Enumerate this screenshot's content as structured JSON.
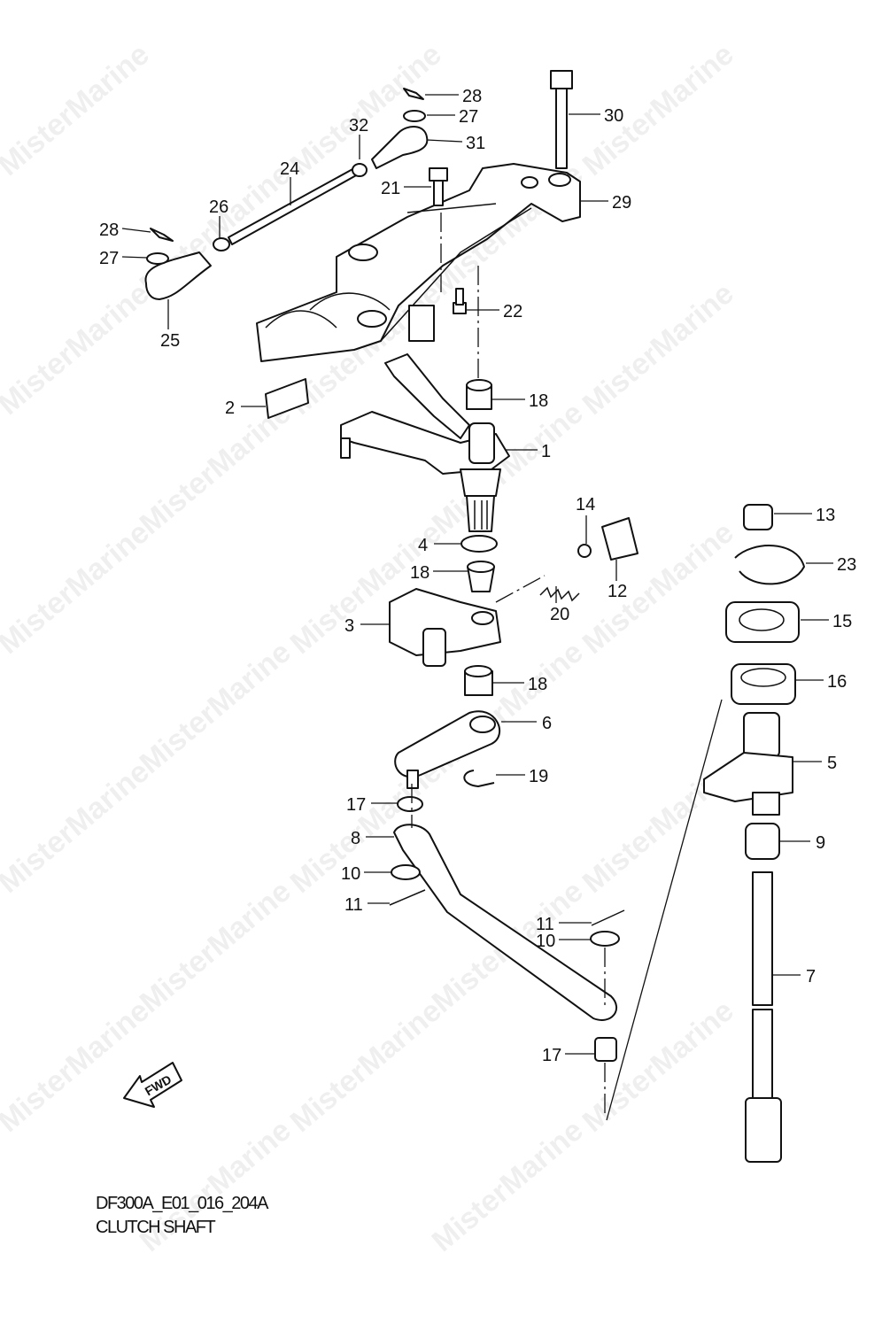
{
  "diagram": {
    "code": "DF300A_E01_016_204A",
    "title": "CLUTCH SHAFT",
    "direction_label": "FWD",
    "watermark": "MisterMarine",
    "callouts": [
      "28",
      "27",
      "32",
      "31",
      "24",
      "30",
      "21",
      "29",
      "26",
      "28",
      "27",
      "22",
      "25",
      "2",
      "18",
      "1",
      "14",
      "13",
      "4",
      "18",
      "23",
      "12",
      "20",
      "15",
      "3",
      "18",
      "16",
      "6",
      "5",
      "19",
      "17",
      "8",
      "9",
      "10",
      "11",
      "11",
      "10",
      "7",
      "17"
    ]
  }
}
